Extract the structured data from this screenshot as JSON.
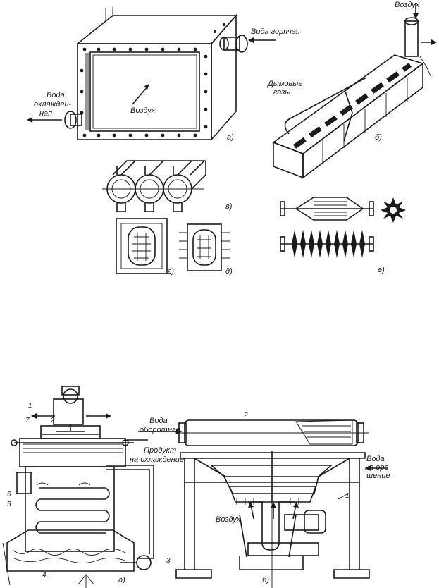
{
  "top": {
    "fig_a": {
      "hot_water": "Вода горячая",
      "cold_water": [
        "Вода",
        "охлажден-",
        "ная"
      ],
      "air": "Воздух",
      "label": "а)"
    },
    "fig_b": {
      "air": "Воздух",
      "flue_gases": [
        "Дымовые",
        "газы"
      ],
      "label": "б)"
    },
    "fig_v": {
      "label": "в)"
    },
    "fig_g": {
      "label": "г)"
    },
    "fig_d": {
      "label": "д)"
    },
    "fig_e": {
      "label": "е)"
    }
  },
  "bottom": {
    "fig_a": {
      "numbers": [
        "1",
        "7",
        "2",
        "6",
        "5",
        "4",
        "3"
      ],
      "product": [
        "Продукт",
        "на охлаждение"
      ],
      "label": "а)"
    },
    "fig_b": {
      "water_circ": [
        "Вода",
        "оборотная"
      ],
      "water_spray": [
        "Вода",
        "на оро",
        "шение"
      ],
      "air": "Воздух",
      "num2": "2",
      "num1": "1",
      "label": "б)"
    }
  }
}
